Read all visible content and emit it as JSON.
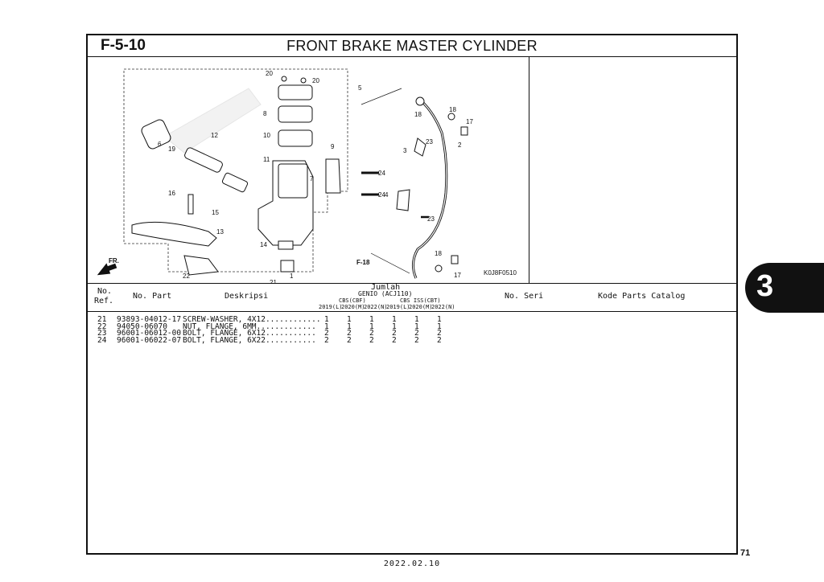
{
  "header": {
    "figure_code": "F-5-10",
    "title": "FRONT BRAKE MASTER CYLINDER"
  },
  "diagram": {
    "callouts": [
      "1",
      "2",
      "3",
      "4",
      "5",
      "6",
      "7",
      "8",
      "9",
      "10",
      "11",
      "12",
      "13",
      "14",
      "15",
      "16",
      "17",
      "17",
      "18",
      "18",
      "18",
      "19",
      "20",
      "20",
      "21",
      "22",
      "23",
      "23",
      "24",
      "24"
    ],
    "front_label": "FR.",
    "ref_label": "F-18",
    "drawing_code": "K0J8F0510"
  },
  "table": {
    "headers": {
      "ref_no_line1": "No.",
      "ref_no_line2": "Ref.",
      "part_no": "No. Part",
      "description": "Deskripsi",
      "qty_title": "Jumlah",
      "model": "GENIO (ACJ110)",
      "group1": "CBS(CBF)",
      "group2": "CBS ISS(CBT)",
      "years": [
        "2019(L)",
        "2020(M)",
        "2022(N)",
        "2019(L)",
        "2020(M)",
        "2022(N)"
      ],
      "serial_no": "No. Seri",
      "catalog_code": "Kode Parts Catalog"
    },
    "rows": [
      {
        "ref": "21",
        "part": "93893-04012-17",
        "desc": "SCREW-WASHER, 4X12............",
        "qty": [
          "1",
          "1",
          "1",
          "1",
          "1",
          "1"
        ]
      },
      {
        "ref": "22",
        "part": "94050-06070",
        "desc": "NUT, FLANGE, 6MM.............",
        "qty": [
          "1",
          "1",
          "1",
          "1",
          "1",
          "1"
        ]
      },
      {
        "ref": "23",
        "part": "96001-06012-00",
        "desc": "BOLT, FLANGE, 6X12...........",
        "qty": [
          "2",
          "2",
          "2",
          "2",
          "2",
          "2"
        ]
      },
      {
        "ref": "24",
        "part": "96001-06022-07",
        "desc": "BOLT, FLANGE, 6X22...........",
        "qty": [
          "2",
          "2",
          "2",
          "2",
          "2",
          "2"
        ]
      }
    ]
  },
  "side_tab": "3",
  "page_number": "71",
  "footer_date": "2022.02.10"
}
